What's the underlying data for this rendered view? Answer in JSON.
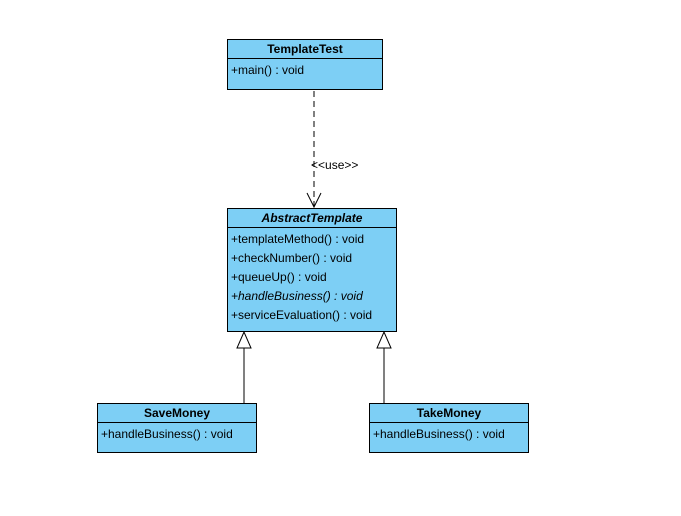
{
  "diagram": {
    "classes": {
      "template_test": {
        "name": "TemplateTest",
        "operations": [
          "+main() : void"
        ]
      },
      "abstract_template": {
        "name": "AbstractTemplate",
        "operations": [
          "+templateMethod() : void",
          "+checkNumber() : void",
          "+queueUp() : void",
          "+handleBusiness() : void",
          "+serviceEvaluation() : void"
        ]
      },
      "save_money": {
        "name": "SaveMoney",
        "operations": [
          "+handleBusiness() : void"
        ]
      },
      "take_money": {
        "name": "TakeMoney",
        "operations": [
          "+handleBusiness() : void"
        ]
      }
    },
    "relations": {
      "use_label": "<<use>>"
    },
    "colors": {
      "class_fill": "#7dcff5",
      "line": "#000000",
      "background": "#ffffff"
    }
  }
}
